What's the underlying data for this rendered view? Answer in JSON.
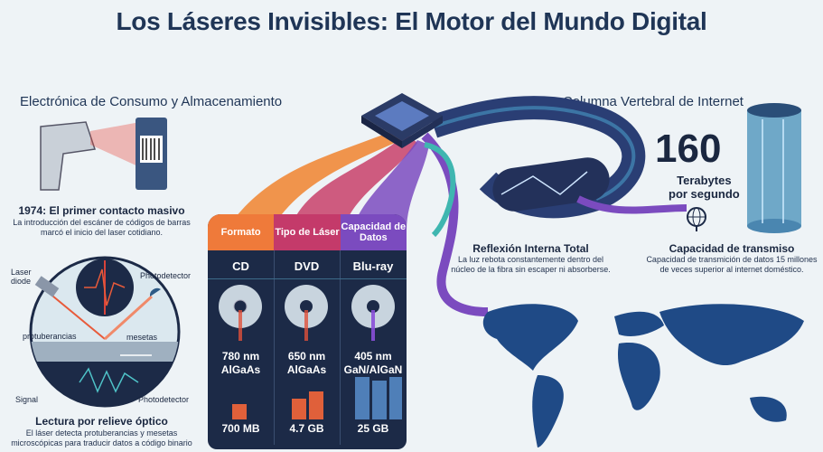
{
  "title": "Los Láseres Invisibles: El Motor del Mundo Digital",
  "left_section": {
    "heading": "Electrónica de Consumo y Almacenamiento",
    "scanner_caption": "1974: El primer contacto masivo",
    "scanner_desc_1": "La introducción del escáner de códigos de barras",
    "scanner_desc_2": "marcó el inicio del laser cotidiano.",
    "diagram_labels": {
      "laser": "Laser",
      "diode": "diode",
      "photodetector_top": "Photodetector",
      "protuberancias": "protuberancias",
      "mesetas": "mesetas",
      "signal": "Signal",
      "photodetector_bottom": "Photodetector"
    },
    "reading_caption": "Lectura por relieve óptico",
    "reading_desc_1": "El láser detecta protuberancias y mesetas",
    "reading_desc_2": "microscópicas para traducir datos a código binario"
  },
  "table": {
    "headers": [
      "Formato",
      "Tipo de Láser",
      "Capacidad de Datos"
    ],
    "columns": [
      {
        "format": "CD",
        "wavelength": "780 nm",
        "material": "AlGaAs",
        "capacity": "700 MB",
        "color": "#e0503a"
      },
      {
        "format": "DVD",
        "wavelength": "650 nm",
        "material": "AlGaAs",
        "capacity": "4.7 GB",
        "color": "#e0503a"
      },
      {
        "format": "Blu-ray",
        "wavelength": "405 nm",
        "material": "GaN/AlGaN",
        "capacity": "25 GB",
        "color": "#8a4fd8"
      }
    ]
  },
  "right_section": {
    "heading": "La Columna Vertebral de Internet",
    "speed_value": "160",
    "speed_unit_1": "Terabytes",
    "speed_unit_2": "por segundo",
    "fiber_caption": "Reflexión Interna Total",
    "fiber_desc_1": "La luz rebota constantemente dentro del",
    "fiber_desc_2": "núcleo de la fibra sin escaper ni absorberse.",
    "capacity_caption": "Capacidad de transmiso",
    "capacity_desc_1": "Capacidad de transmición de datos 15 millones",
    "capacity_desc_2": "de veces superior al internet doméstico."
  }
}
